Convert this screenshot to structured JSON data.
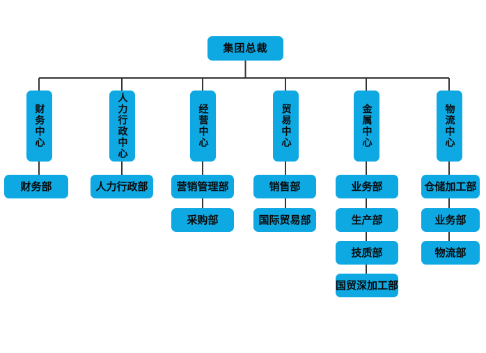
{
  "org_chart": {
    "type": "org-tree",
    "root": {
      "label": "集团总裁"
    },
    "centers": [
      {
        "label": "财务中心",
        "departments": [
          "财务部"
        ]
      },
      {
        "label": "人力行政中心",
        "departments": [
          "人力行政部"
        ]
      },
      {
        "label": "经营中心",
        "departments": [
          "营销管理部",
          "采购部"
        ]
      },
      {
        "label": "贸易中心",
        "departments": [
          "销售部",
          "国际贸易部"
        ]
      },
      {
        "label": "金属中心",
        "departments": [
          "业务部",
          "生产部",
          "技质部",
          "国贸深加工部"
        ]
      },
      {
        "label": "物流中心",
        "departments": [
          "仓储加工部",
          "业务部",
          "物流部"
        ]
      }
    ],
    "colors": {
      "node_fill": "#0ea8e2",
      "node_text": "#0a0a0a",
      "connector_line": "#333333",
      "background": "#ffffff"
    }
  }
}
